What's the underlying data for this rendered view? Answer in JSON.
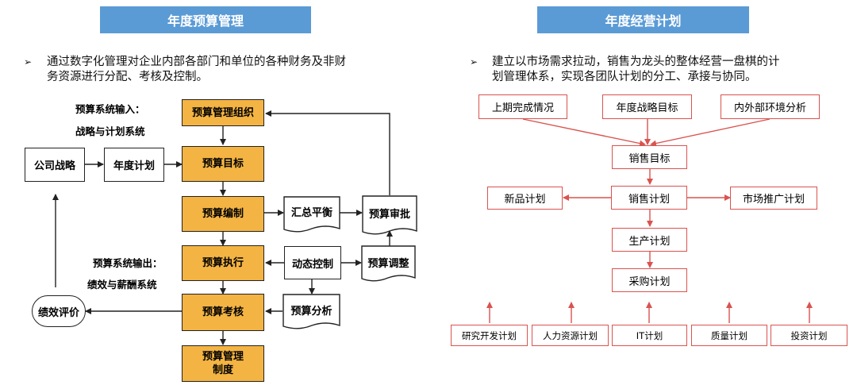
{
  "left": {
    "title": "年度预算管理",
    "bullet_marker": "➢",
    "bullet_line1": "通过数字化管理对企业内部各部门和单位的各种财务及非财",
    "bullet_line2": "务资源进行分配、考核及控制。",
    "input_label_1": "预算系统输入：",
    "input_label_2": "战略与计划系统",
    "output_label_1": "预算系统输出：",
    "output_label_2": "绩效与薪酬系统",
    "company_strategy": "公司战略",
    "annual_plan": "年度计划",
    "org": "预算管理组织",
    "target": "预算目标",
    "compile": "预算编制",
    "execute": "预算执行",
    "assess": "预算考核",
    "system_line1": "预算管理",
    "system_line2": "制度",
    "summary_balance": "汇总平衡",
    "review": "预算审批",
    "dynamic_control": "动态控制",
    "adjust": "预算调整",
    "analysis": "预算分析",
    "evaluation": "绩效评价"
  },
  "right": {
    "title": "年度经营计划",
    "bullet_marker": "➢",
    "bullet_line1": "建立以市场需求拉动，销售为龙头的整体经营一盘棋的计",
    "bullet_line2": "划管理体系，实现各团队计划的分工、承接与协同。",
    "last_period": "上期完成情况",
    "strategy_target": "年度战略目标",
    "env_analysis": "内外部环境分析",
    "sales_target": "销售目标",
    "new_product": "新品计划",
    "sales_plan": "销售计划",
    "market_promo": "市场推广计划",
    "production": "生产计划",
    "purchase": "采购计划",
    "bottom_plans": [
      "研究开发计划",
      "人力资源计划",
      "IT计划",
      "质量计划",
      "投资计划"
    ]
  },
  "colors": {
    "banner": "#5b9bd5",
    "orange_box": "#f4b443",
    "red_line": "#d9534f",
    "dark_line": "#222222"
  }
}
